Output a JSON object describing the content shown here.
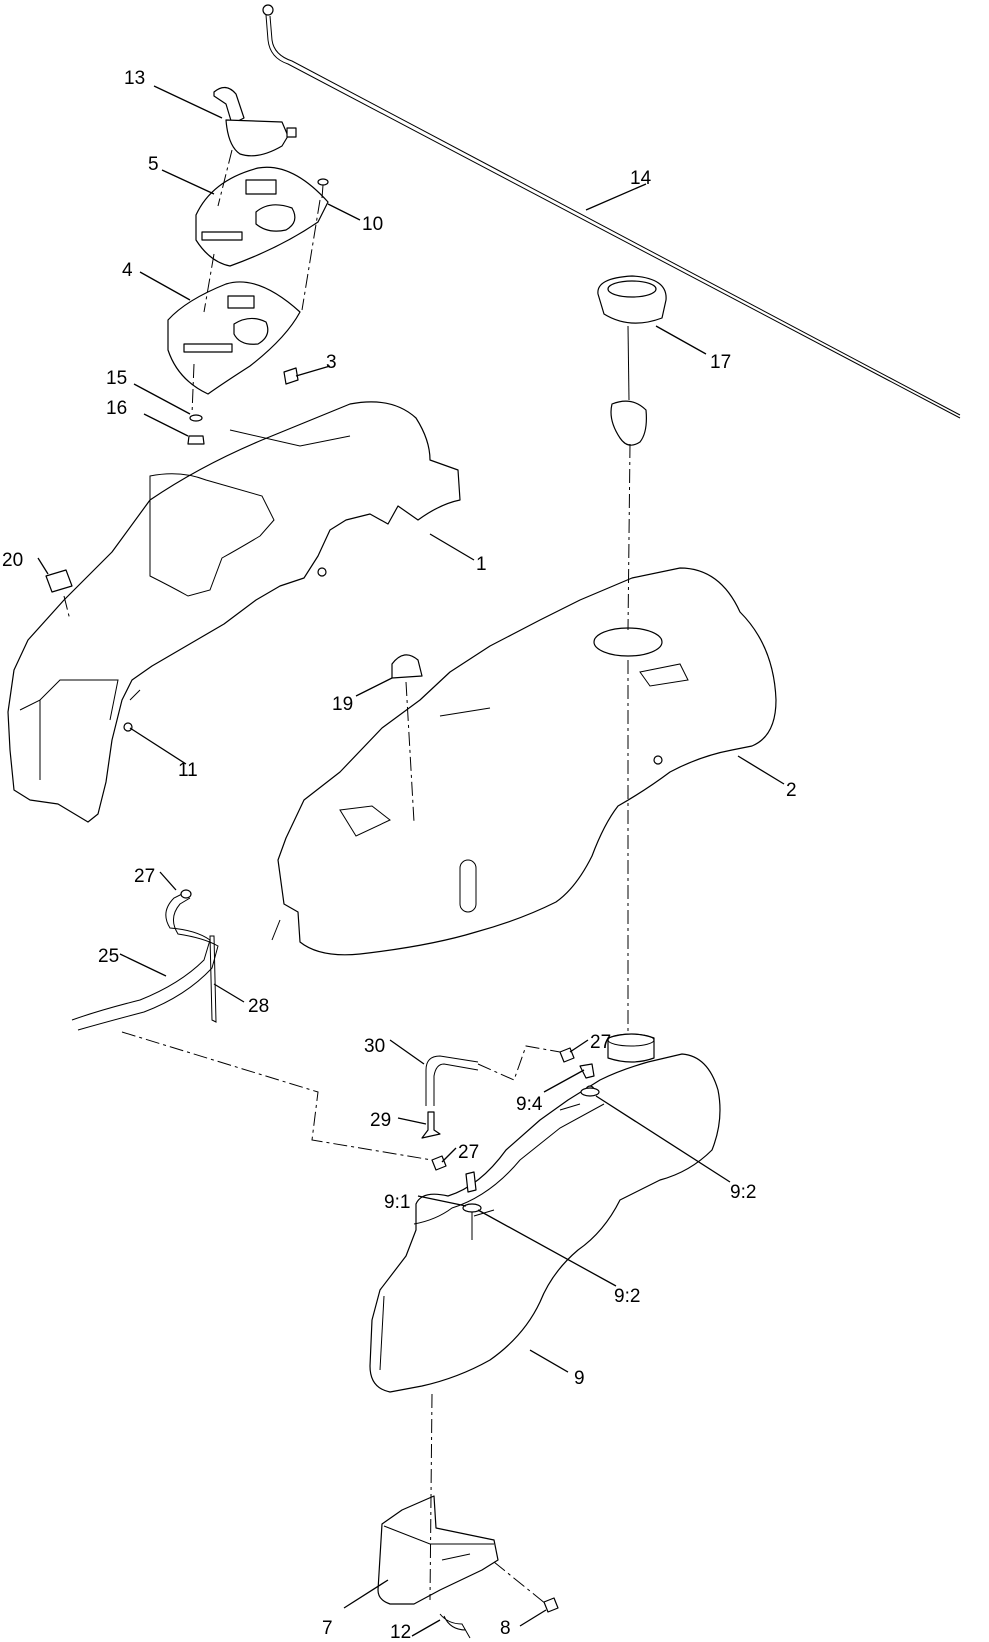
{
  "callouts": [
    {
      "name": "callout-13",
      "text": "13"
    },
    {
      "name": "callout-5",
      "text": "5"
    },
    {
      "name": "callout-10",
      "text": "10"
    },
    {
      "name": "callout-14",
      "text": "14"
    },
    {
      "name": "callout-4",
      "text": "4"
    },
    {
      "name": "callout-3",
      "text": "3"
    },
    {
      "name": "callout-15",
      "text": "15"
    },
    {
      "name": "callout-16",
      "text": "16"
    },
    {
      "name": "callout-17",
      "text": "17"
    },
    {
      "name": "callout-1",
      "text": "1"
    },
    {
      "name": "callout-20",
      "text": "20"
    },
    {
      "name": "callout-19",
      "text": "19"
    },
    {
      "name": "callout-11",
      "text": "11"
    },
    {
      "name": "callout-2",
      "text": "2"
    },
    {
      "name": "callout-27a",
      "text": "27"
    },
    {
      "name": "callout-25",
      "text": "25"
    },
    {
      "name": "callout-28",
      "text": "28"
    },
    {
      "name": "callout-30",
      "text": "30"
    },
    {
      "name": "callout-27b",
      "text": "27"
    },
    {
      "name": "callout-9-4",
      "text": "9:4"
    },
    {
      "name": "callout-29",
      "text": "29"
    },
    {
      "name": "callout-27c",
      "text": "27"
    },
    {
      "name": "callout-9-2a",
      "text": "9:2"
    },
    {
      "name": "callout-9-1",
      "text": "9:1"
    },
    {
      "name": "callout-9-2b",
      "text": "9:2"
    },
    {
      "name": "callout-9",
      "text": "9"
    },
    {
      "name": "callout-7",
      "text": "7"
    },
    {
      "name": "callout-8",
      "text": "8"
    },
    {
      "name": "callout-12",
      "text": "12"
    }
  ]
}
